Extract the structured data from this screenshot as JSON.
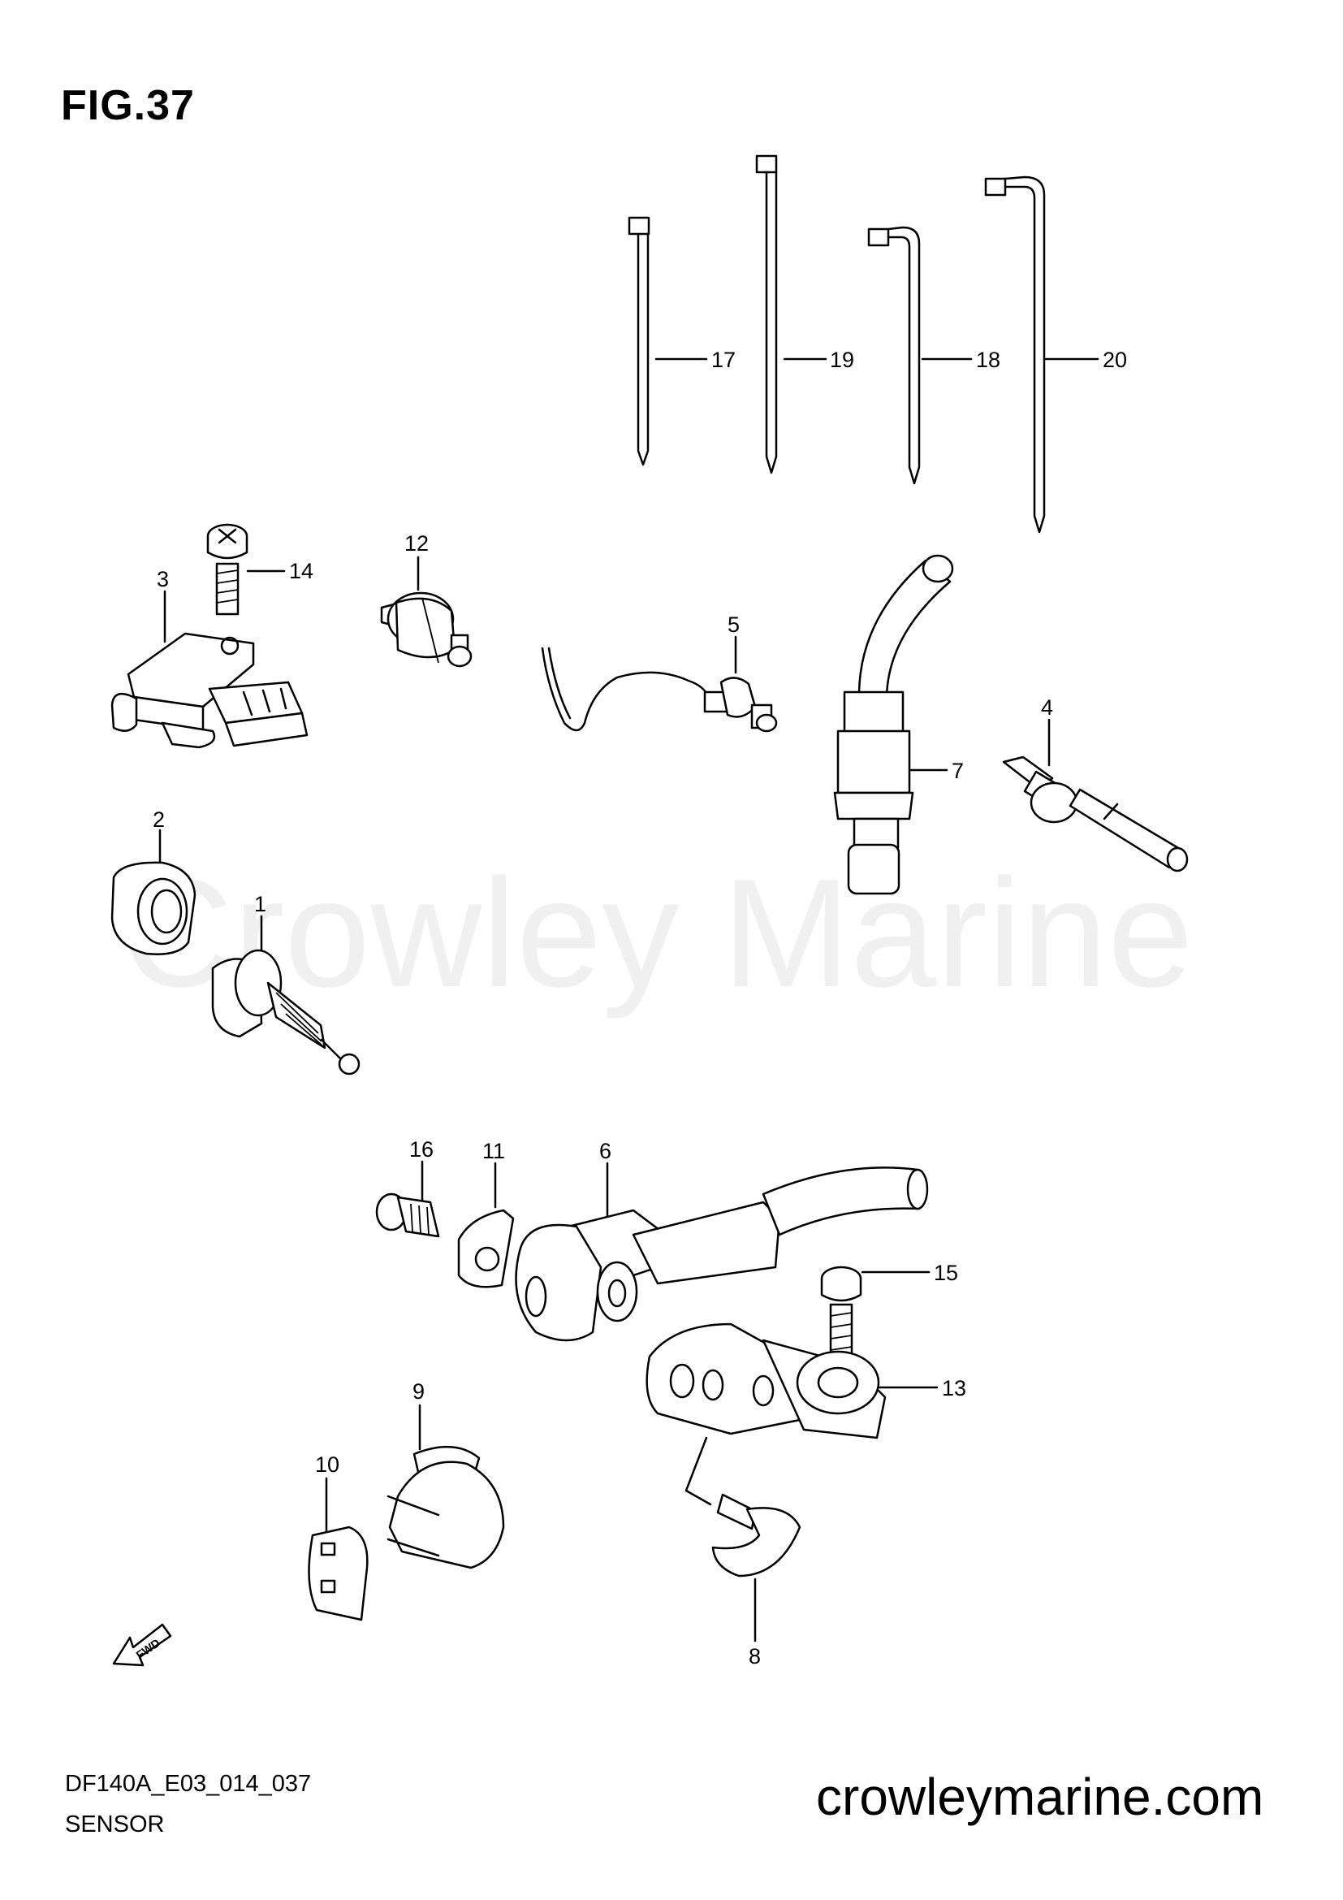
{
  "figure": {
    "title": "FIG.37",
    "code": "DF140A_E03_014_037",
    "name": "SENSOR"
  },
  "watermark": "Crowley Marine",
  "website": "crowleymarine.com",
  "fwd_label": "FWD",
  "callouts": [
    {
      "id": "1",
      "label": "1"
    },
    {
      "id": "2",
      "label": "2"
    },
    {
      "id": "3",
      "label": "3"
    },
    {
      "id": "4",
      "label": "4"
    },
    {
      "id": "5",
      "label": "5"
    },
    {
      "id": "6",
      "label": "6"
    },
    {
      "id": "7",
      "label": "7"
    },
    {
      "id": "8",
      "label": "8"
    },
    {
      "id": "9",
      "label": "9"
    },
    {
      "id": "10",
      "label": "10"
    },
    {
      "id": "11",
      "label": "11"
    },
    {
      "id": "12",
      "label": "12"
    },
    {
      "id": "13",
      "label": "13"
    },
    {
      "id": "14",
      "label": "14"
    },
    {
      "id": "15",
      "label": "15"
    },
    {
      "id": "16",
      "label": "16"
    },
    {
      "id": "17",
      "label": "17"
    },
    {
      "id": "18",
      "label": "18"
    },
    {
      "id": "19",
      "label": "19"
    },
    {
      "id": "20",
      "label": "20"
    }
  ]
}
